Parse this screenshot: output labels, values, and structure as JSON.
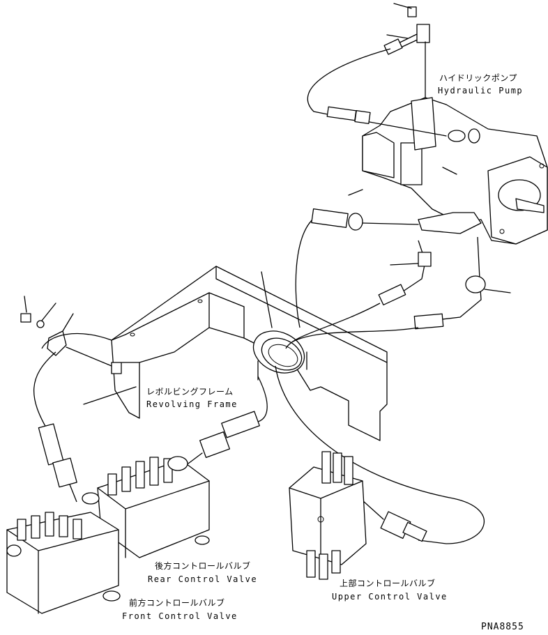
{
  "labels": {
    "hydraulic_pump": {
      "jp": "ハイドリックポンプ",
      "en": "Hydraulic Pump"
    },
    "revolving_frame": {
      "jp": "レボルビングフレーム",
      "en": "Revolving Frame"
    },
    "rear_control_valve": {
      "jp": "後方コントロールバルブ",
      "en": "Rear Control Valve"
    },
    "front_control_valve": {
      "jp": "前方コントロールバルブ",
      "en": "Front Control Valve"
    },
    "upper_control_valve": {
      "jp": "上部コントロールバルブ",
      "en": "Upper Control Valve"
    }
  },
  "drawing_code": "PNA8855"
}
